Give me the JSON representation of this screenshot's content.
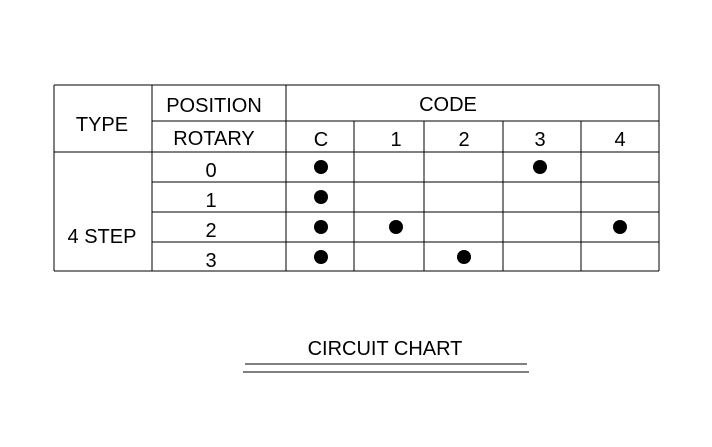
{
  "table": {
    "type_header": "TYPE",
    "position_header": "POSITION",
    "rotary_header": "ROTARY",
    "code_header": "CODE",
    "code_columns": [
      "C",
      "1",
      "2",
      "3",
      "4"
    ],
    "type_value": "4 STEP",
    "rows": [
      {
        "position": "0",
        "codes": [
          "C",
          "3"
        ]
      },
      {
        "position": "1",
        "codes": [
          "C"
        ]
      },
      {
        "position": "2",
        "codes": [
          "C",
          "1",
          "4"
        ]
      },
      {
        "position": "3",
        "codes": [
          "C",
          "2"
        ]
      }
    ]
  },
  "caption": "CIRCUIT CHART"
}
